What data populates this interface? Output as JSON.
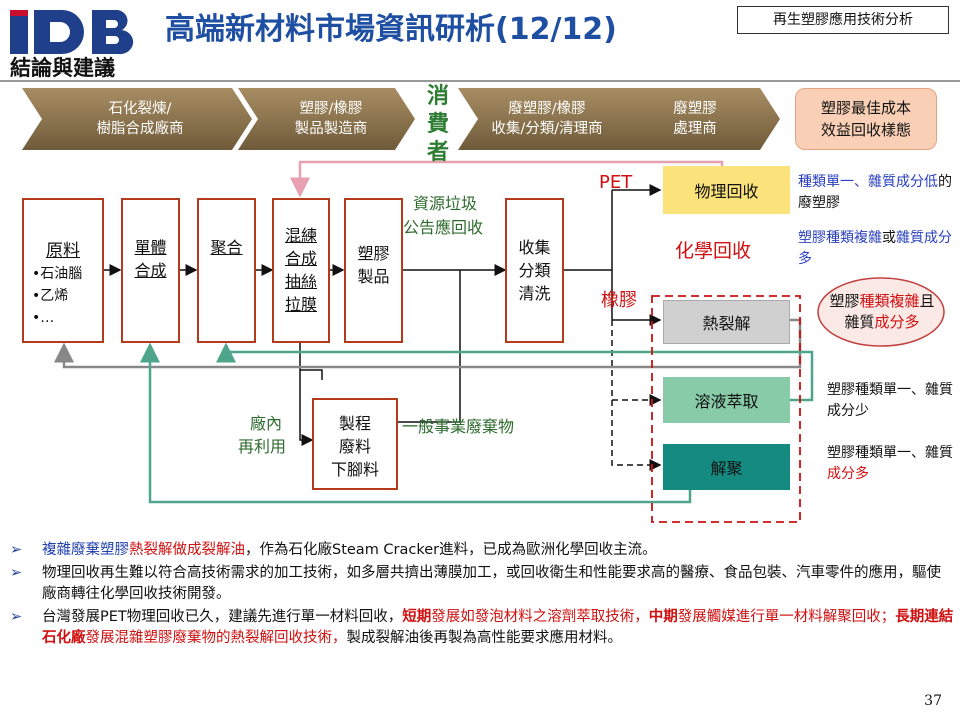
{
  "header": {
    "logo_text": "IDB",
    "title": "高端新材料市場資訊研析(12/12)",
    "topic": "再生塑膠應用技術分析",
    "section": "結論與建議"
  },
  "chain": [
    {
      "line1": "石化裂煉/",
      "line2": "樹脂合成廠商"
    },
    {
      "line1": "塑膠/橡膠",
      "line2": "製品製造商"
    },
    {
      "line1": "廢塑膠/橡膠",
      "line2": "收集/分類/清理商"
    },
    {
      "line1": "廢塑膠",
      "line2": "處理商"
    }
  ],
  "consumer": "消費者",
  "best_value": {
    "line1": "塑膠最佳成本",
    "line2": "效益回收樣態"
  },
  "process": {
    "raw": {
      "title": "原料",
      "items": [
        "•石油腦",
        "•乙烯",
        "•…"
      ]
    },
    "monomer": [
      "單體",
      "合成"
    ],
    "polymerize": "聚合",
    "compound": [
      "混練",
      "合成",
      "抽絲",
      "拉膜"
    ],
    "product": [
      "塑膠",
      "製品"
    ],
    "collect": [
      "收集",
      "分類",
      "清洗"
    ],
    "scrap": [
      "製程",
      "廢料",
      "下腳料"
    ]
  },
  "labels": {
    "resource": "資源垃圾",
    "announce": "公告應回收",
    "inhouse1": "廠內",
    "inhouse2": "再利用",
    "general_waste": "一般事業廢棄物",
    "pet": "PET",
    "rubber": "橡膠",
    "chemical": "化學回收"
  },
  "recycle": {
    "physical": "物理回收",
    "pyrolysis": "熱裂解",
    "solvent": "溶液萃取",
    "depoly": "解聚"
  },
  "notes": {
    "physical": [
      [
        "種類單一、雜質成",
        "blu"
      ],
      [
        "分低",
        "blu"
      ],
      [
        "的廢塑膠",
        ""
      ]
    ],
    "chemical": [
      [
        "塑膠種類複雜",
        "blu"
      ],
      [
        "或",
        ""
      ],
      [
        "雜",
        "blu"
      ],
      [
        "質成分多",
        "blu"
      ]
    ],
    "pyrolysis": [
      [
        "塑膠",
        ""
      ],
      [
        "種類複雜",
        "red"
      ],
      [
        "且雜質",
        ""
      ],
      [
        "成分多",
        "red"
      ]
    ],
    "solvent": "塑膠種類單一、雜質成分少",
    "depoly": [
      [
        "塑膠種類單一、雜質",
        ""
      ],
      [
        "成分多",
        "red"
      ]
    ]
  },
  "bullets": [
    [
      [
        "複雜廢棄塑膠",
        "bblue"
      ],
      [
        "熱裂解做成裂解油",
        "red"
      ],
      [
        "，作為石化廠Steam Cracker進料，已成為歐洲化學回收主流。",
        ""
      ]
    ],
    [
      [
        "物理回收再生難以符合高技術需求的加工技術，如多層共擠出薄膜加工，或回收衛生和性能要求高的醫療、食品包裝、汽車零件的應用，驅使廠商轉往化學回收技術開發。",
        ""
      ]
    ],
    [
      [
        "台灣發展PET物理回收已久，建議先進行單一材料回收，",
        ""
      ],
      [
        "短期",
        "red"
      ],
      [
        "發展如發泡材料之溶劑萃取技術，",
        "red"
      ],
      [
        "中期",
        "red"
      ],
      [
        "發展觸媒進行單一材料解聚回收；",
        "red"
      ],
      [
        "長期連結石化廠",
        "red"
      ],
      [
        "發展混雜塑膠廢棄物的熱裂解回收技術，",
        "red"
      ],
      [
        "製成裂解油後再製為高性能要求應用材料。",
        ""
      ]
    ]
  ],
  "page_number": "37",
  "colors": {
    "chevron": "#8a7350",
    "box_border": "#b33a1a",
    "physical_fill": "#fbe27a",
    "pyrolysis_fill": "#d0d0d0",
    "solvent_fill": "#88cba8",
    "depoly_fill": "#148a80",
    "title_blue": "#1f4fa3",
    "feedback_green": "#4ea58a",
    "feedback_pink": "#e6a0b0"
  }
}
